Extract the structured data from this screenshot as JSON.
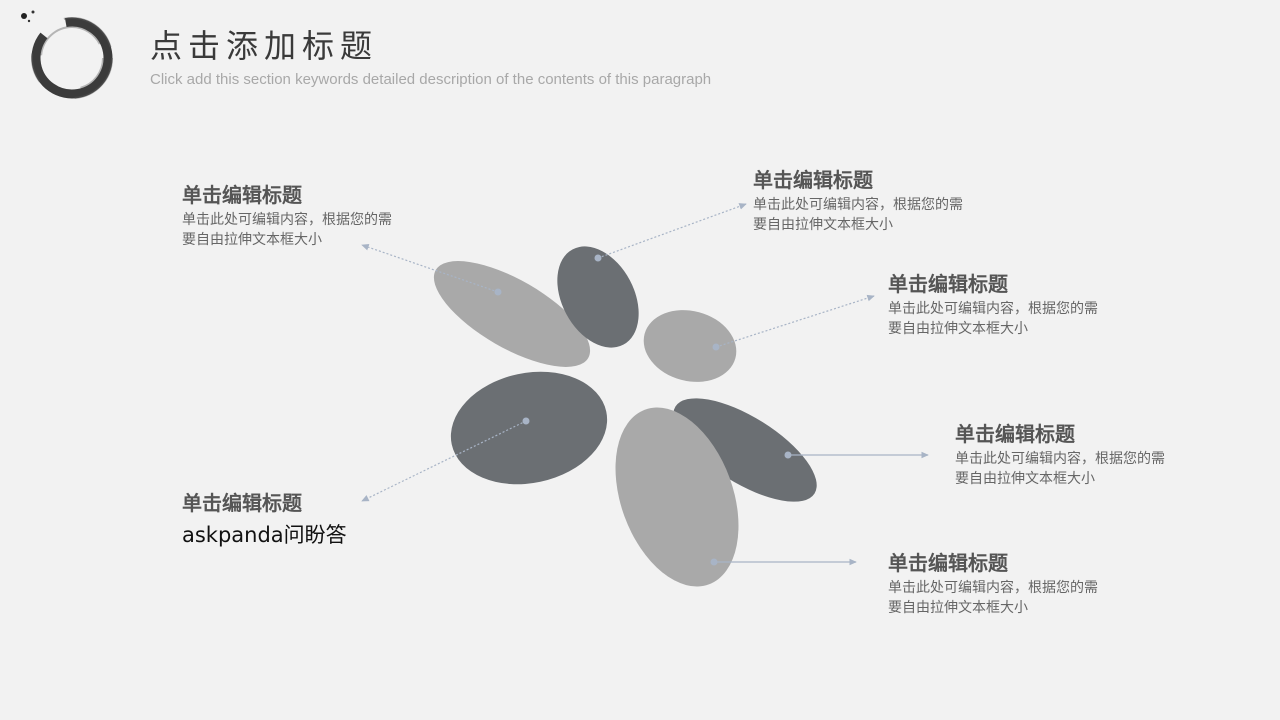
{
  "header": {
    "title": "点击添加标题",
    "subtitle": "Click add this section keywords detailed description of the contents of this paragraph",
    "logo_icon": "ink-brush-circle-icon"
  },
  "colors": {
    "background": "#f2f2f2",
    "petal_dark": "#6b6f73",
    "petal_light": "#a9a9a9",
    "connector": "#a8b4c6",
    "title_text": "#555555",
    "desc_text": "#666666"
  },
  "items": [
    {
      "title": "单击编辑标题",
      "desc_line1": "单击此处可编辑内容，根据您的需",
      "desc_line2": "要自由拉伸文本框大小"
    },
    {
      "title": "单击编辑标题",
      "desc_line1": "单击此处可编辑内容，根据您的需",
      "desc_line2": "要自由拉伸文本框大小"
    },
    {
      "title": "单击编辑标题",
      "desc_line1": "单击此处可编辑内容，根据您的需",
      "desc_line2": "要自由拉伸文本框大小"
    },
    {
      "title": "单击编辑标题",
      "desc_line1": "单击此处可编辑内容，根据您的需",
      "desc_line2": "要自由拉伸文本框大小"
    },
    {
      "title": "单击编辑标题",
      "desc_line1": "单击此处可编辑内容，根据您的需",
      "desc_line2": "要自由拉伸文本框大小"
    },
    {
      "title": "单击编辑标题",
      "footer": "askpanda问盼答"
    }
  ]
}
